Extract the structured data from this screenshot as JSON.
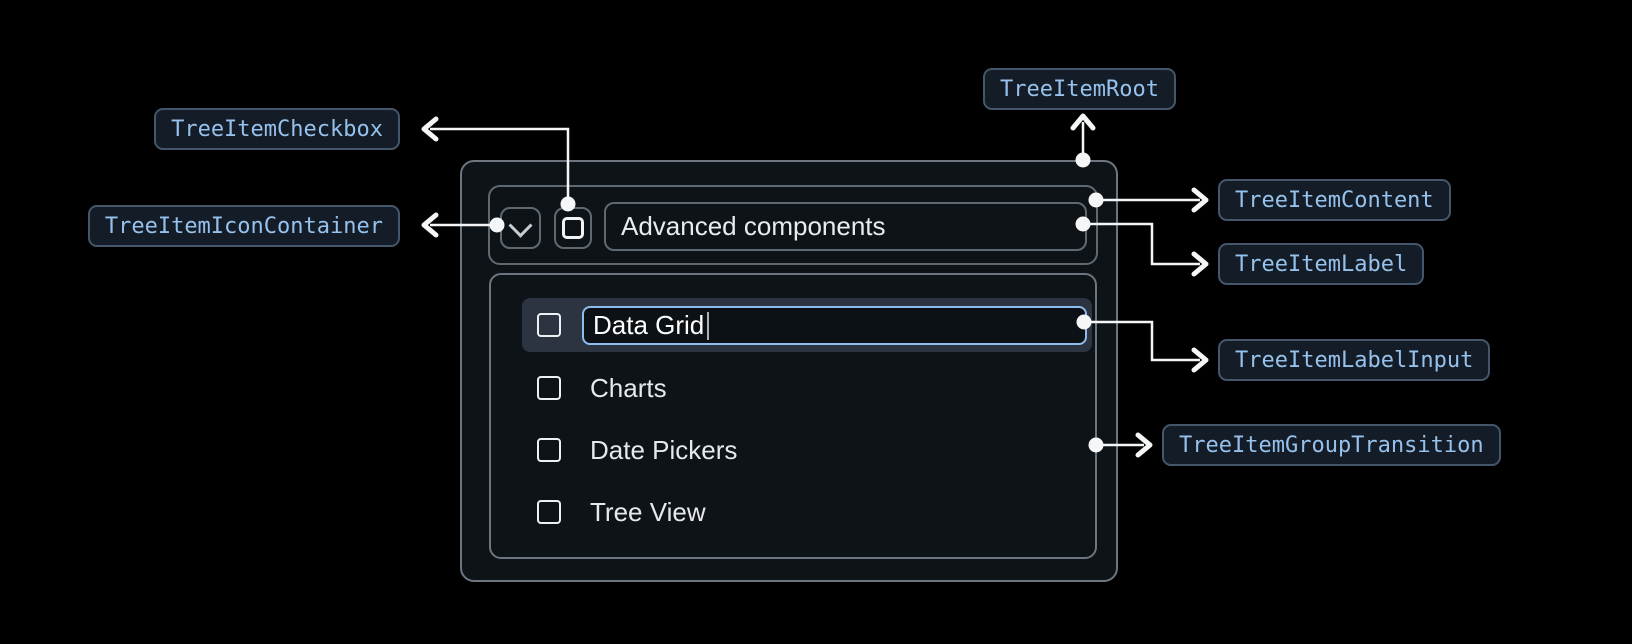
{
  "badges": {
    "checkbox": "TreeItemCheckbox",
    "icon_container": "TreeItemIconContainer",
    "root": "TreeItemRoot",
    "content": "TreeItemContent",
    "label": "TreeItemLabel",
    "label_input": "TreeItemLabelInput",
    "group_transition": "TreeItemGroupTransition"
  },
  "tree": {
    "parent": {
      "label": "Advanced components",
      "expanded": true,
      "checked": false
    },
    "editing_item": {
      "value": "Data Grid",
      "checked": false
    },
    "items": [
      {
        "label": "Charts",
        "checked": false
      },
      {
        "label": "Date Pickers",
        "checked": false
      },
      {
        "label": "Tree View",
        "checked": false
      }
    ]
  },
  "icons": {
    "expand": "chevron-down",
    "checkbox": "square-unchecked"
  },
  "colors": {
    "page_bg": "#000000",
    "surface": "#0e1317",
    "box_border": "#6d757e",
    "inner_border": "#5f6972",
    "selected_row_bg": "#2b3440",
    "input_border": "#8fbcee",
    "input_bg": "#0c1116",
    "text": "#e9ecef",
    "badge_bg": "#141d27",
    "badge_border": "#44566a",
    "badge_text": "#96c1ec",
    "connector": "#f4f6f8"
  }
}
